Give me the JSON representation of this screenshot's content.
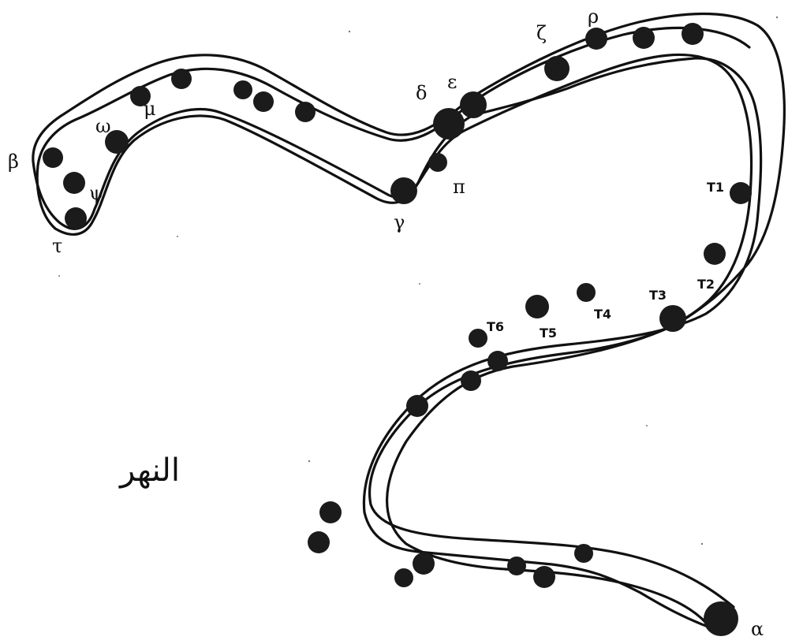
{
  "diagram": {
    "river_name": "النهر",
    "labels": {
      "alpha": "α",
      "beta": "β",
      "gamma": "γ",
      "delta": "δ",
      "epsilon": "ε",
      "zeta": "ζ",
      "rho": "ρ",
      "pi": "π",
      "psi": "ψ",
      "omega": "ω",
      "mu": "μ",
      "tau": "τ",
      "T1": "T1",
      "T2": "T2",
      "T3": "T3",
      "T4": "T4",
      "T5": "T5",
      "T6": "T6"
    },
    "colors": {
      "ink": "#111111",
      "dots": "#1b1b1b",
      "background": "#ffffff"
    }
  }
}
